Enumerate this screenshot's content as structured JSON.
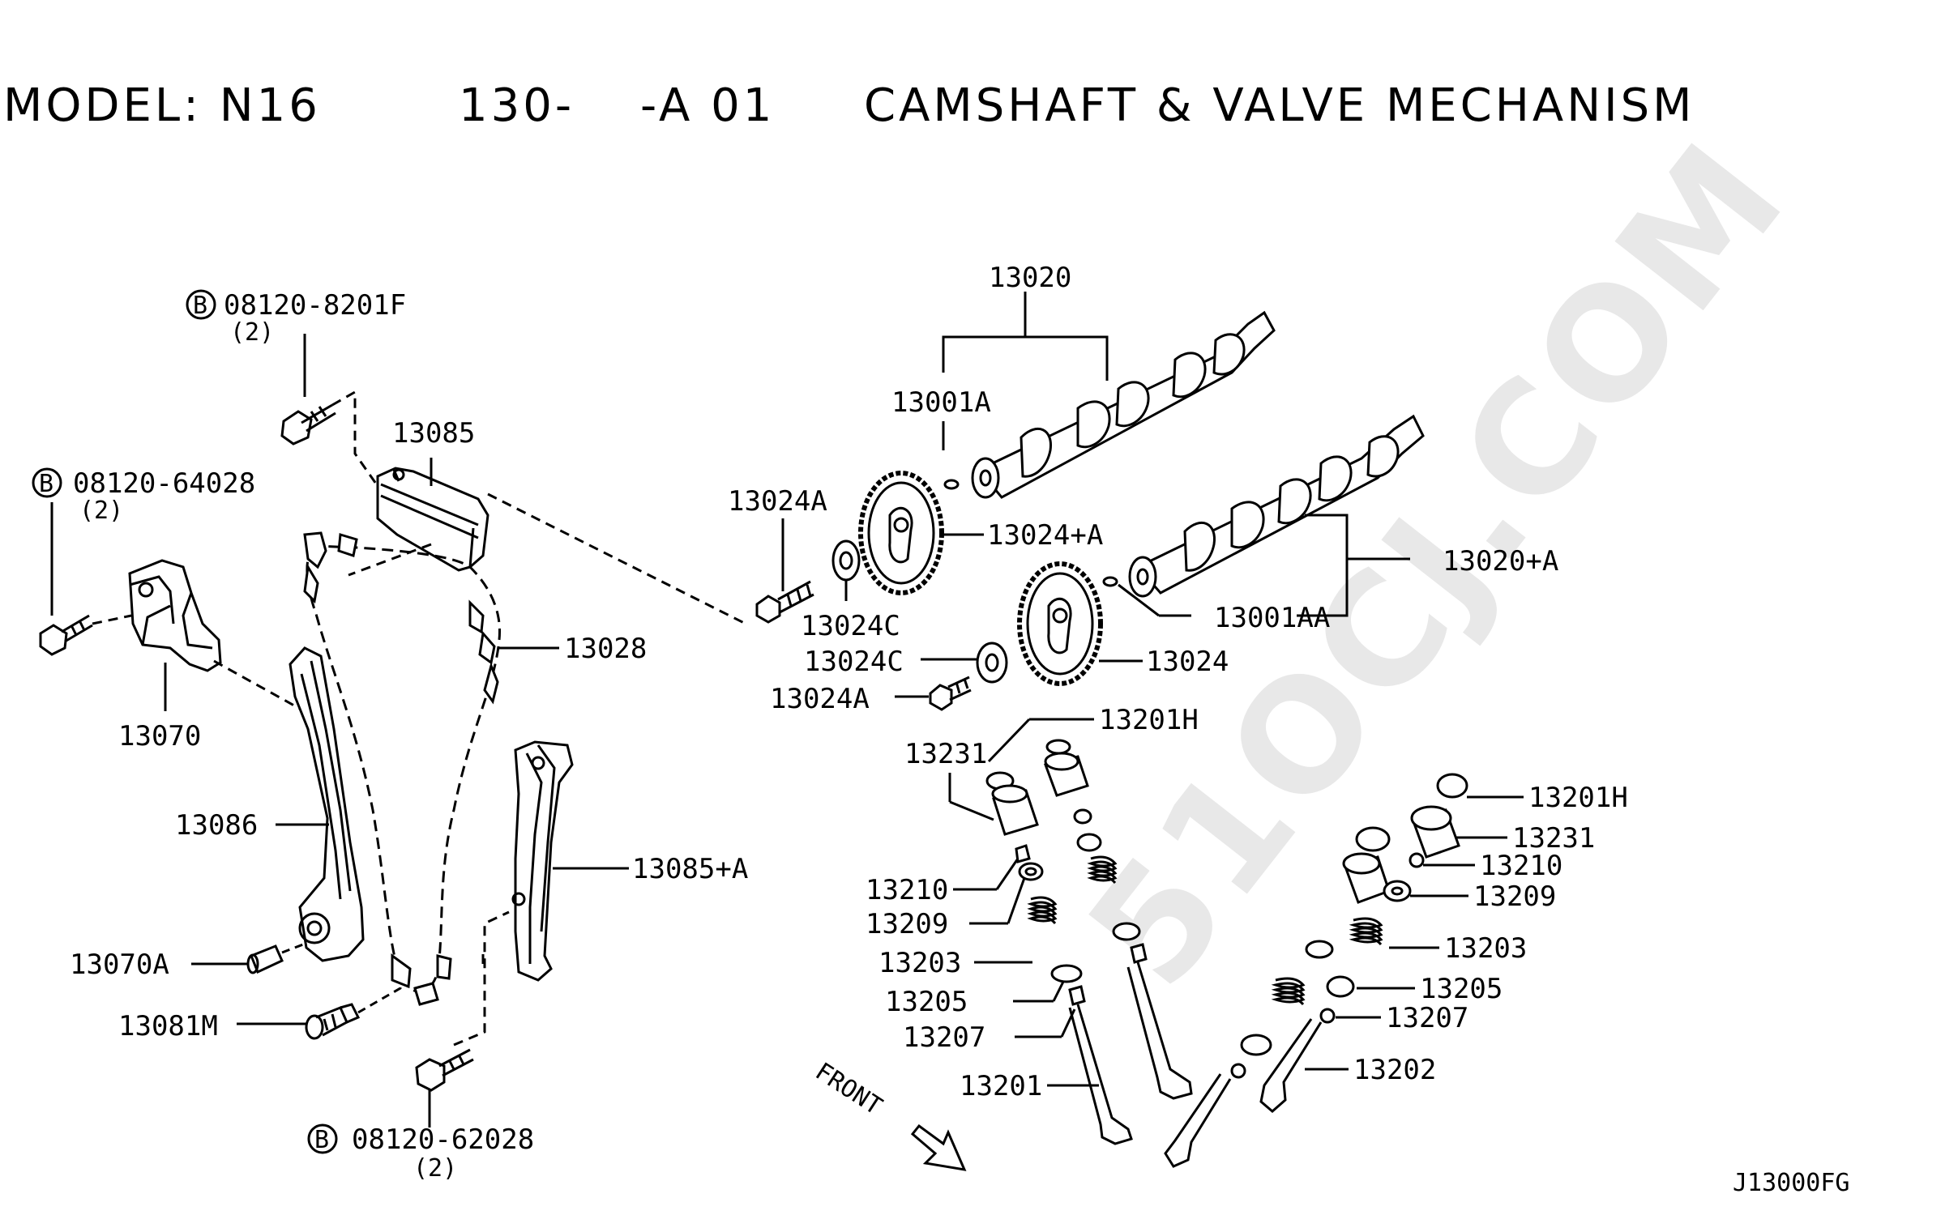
{
  "header": {
    "model": "MODEL: N16",
    "section": "130-",
    "code": "-A 01",
    "name": "CAMSHAFT & VALVE MECHANISM"
  },
  "watermark": "51OCJ.COM",
  "figure_code": "J13000FG",
  "bolt_symbol": "B",
  "front_label": "FRONT",
  "callouts": {
    "bolt_top": "08120-8201F",
    "bolt_top_qty": "(2)",
    "bolt_left": "08120-64028",
    "bolt_left_qty": "(2)",
    "bolt_bottom": "08120-62028",
    "bolt_bottom_qty": "(2)",
    "p13085": "13085",
    "p13070": "13070",
    "p13086": "13086",
    "p13070A": "13070A",
    "p13081M": "13081M",
    "p13028": "13028",
    "p13085A": "13085+A",
    "p13020": "13020",
    "p13001A": "13001A",
    "p13024A_top": "13024A",
    "p13024plusA": "13024+A",
    "p13024C_top": "13024C",
    "p13020plusA": "13020+A",
    "p13001AA": "13001AA",
    "p13024C_bot": "13024C",
    "p13024": "13024",
    "p13024A_bot": "13024A",
    "p13201H_l": "13201H",
    "p13231_l": "13231",
    "p13210_l": "13210",
    "p13209_l": "13209",
    "p13203_l": "13203",
    "p13205_l": "13205",
    "p13207_l": "13207",
    "p13201": "13201",
    "p13201H_r": "13201H",
    "p13231_r": "13231",
    "p13210_r": "13210",
    "p13209_r": "13209",
    "p13203_r": "13203",
    "p13205_r": "13205",
    "p13207_r": "13207",
    "p13202": "13202"
  }
}
